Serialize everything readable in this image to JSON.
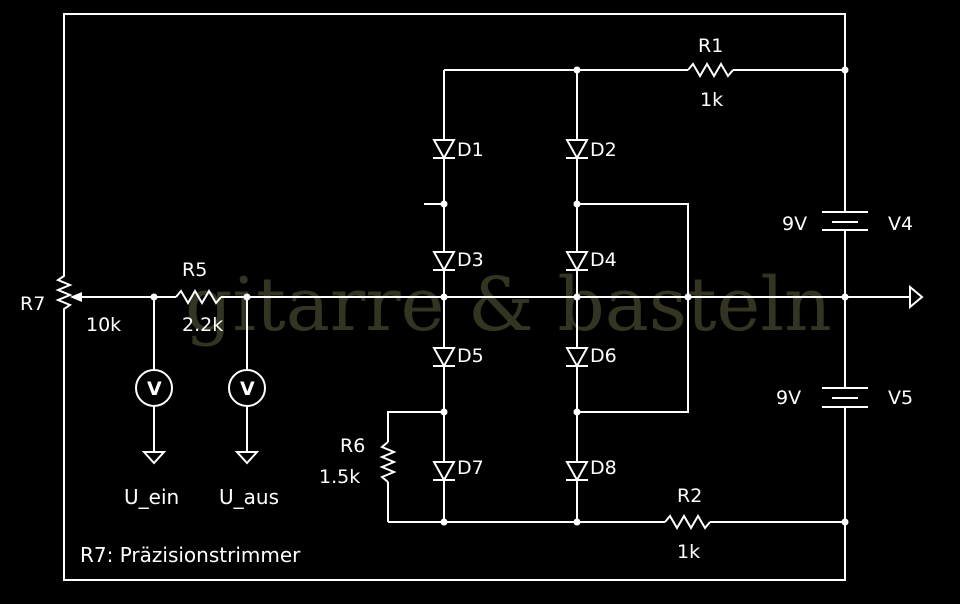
{
  "watermark": "gitarre & basteln",
  "note": "R7: Präzisionstrimmer",
  "components": {
    "R1": {
      "name": "R1",
      "value": "1k"
    },
    "R2": {
      "name": "R2",
      "value": "1k"
    },
    "R5": {
      "name": "R5",
      "value": "2.2k"
    },
    "R6": {
      "name": "R6",
      "value": "1.5k"
    },
    "R7": {
      "name": "R7",
      "value": "10k"
    },
    "V4": {
      "name": "V4",
      "value": "9V"
    },
    "V5": {
      "name": "V5",
      "value": "9V"
    },
    "D1": "D1",
    "D2": "D2",
    "D3": "D3",
    "D4": "D4",
    "D5": "D5",
    "D6": "D6",
    "D7": "D7",
    "D8": "D8"
  },
  "meters": {
    "symbol": "V",
    "in_label": "U_ein",
    "out_label": "U_aus"
  }
}
